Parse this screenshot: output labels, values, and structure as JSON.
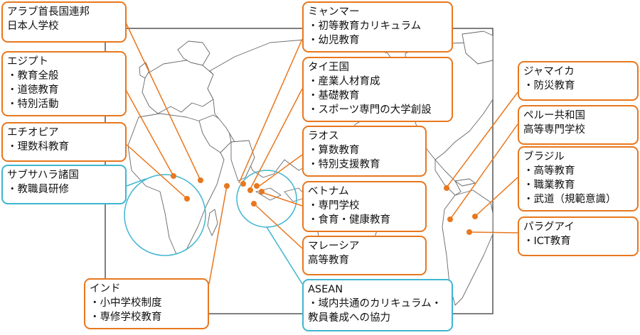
{
  "colors": {
    "orange": "#e8771e",
    "blue": "#3fb6cf",
    "land": "#ffffff",
    "border": "#555555"
  },
  "boxes": {
    "uae": {
      "title": "アラブ首長国連邦",
      "items": [
        "日本人学校"
      ],
      "style": "plain"
    },
    "egypt": {
      "title": "エジプト",
      "items": [
        "教育全般",
        "道徳教育",
        "特別活動"
      ]
    },
    "ethiopia": {
      "title": "エチオピア",
      "items": [
        "理数科教育"
      ]
    },
    "subsaharan": {
      "title": "サブサハラ諸国",
      "items": [
        "教職員研修"
      ]
    },
    "myanmar": {
      "title": "ミャンマー",
      "items": [
        "初等教育カリキュラム",
        "幼児教育"
      ]
    },
    "thailand": {
      "title": "タイ王国",
      "items": [
        "産業人材育成",
        "基礎教育",
        "スポーツ専門の大学創設"
      ]
    },
    "laos": {
      "title": "ラオス",
      "items": [
        "算数教育",
        "特別支援教育"
      ]
    },
    "vietnam": {
      "title": "ベトナム",
      "items": [
        "専門学校",
        "食育・健康教育"
      ]
    },
    "malaysia": {
      "title": "マレーシア",
      "items": [
        "高等教育"
      ],
      "style": "plain"
    },
    "india": {
      "title": "インド",
      "items": [
        "小中学校制度",
        "専修学校教育"
      ]
    },
    "asean": {
      "title": "ASEAN",
      "items": [
        "域内共通のカリキュラム・",
        "教員養成への協力"
      ],
      "style": "asean"
    },
    "jamaica": {
      "title": "ジャマイカ",
      "items": [
        "防災教育"
      ]
    },
    "peru": {
      "title": "ペルー共和国",
      "items": [
        "高等専門学校"
      ],
      "style": "plain"
    },
    "brazil": {
      "title": "ブラジル",
      "items": [
        "高等教育",
        "職業教育",
        "武道（規範意識）"
      ]
    },
    "paraguay": {
      "title": "パラグアイ",
      "items": [
        "ICT教育"
      ]
    }
  }
}
